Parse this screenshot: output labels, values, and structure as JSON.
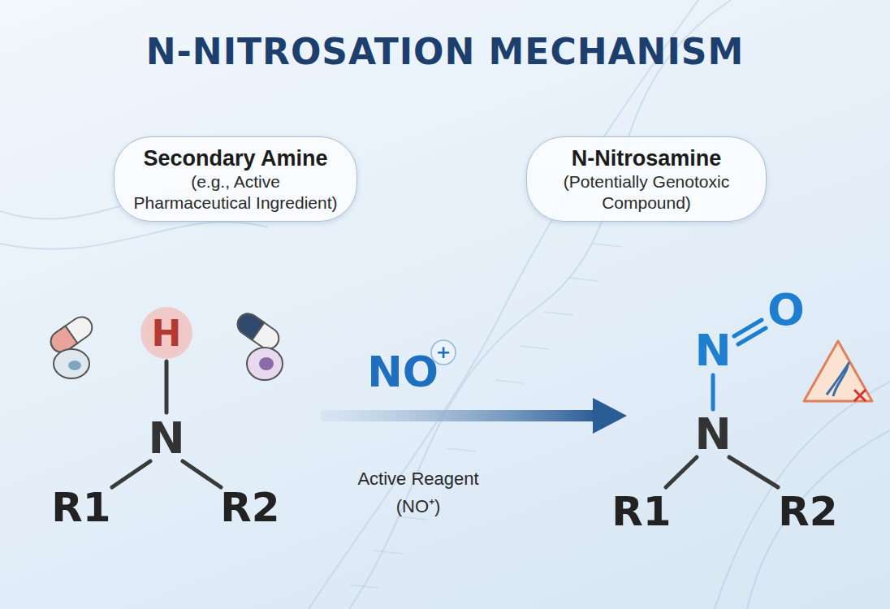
{
  "diagram": {
    "title": "N-NITROSATION MECHANISM",
    "nodes": [
      {
        "text": [
          "Secondary Amine",
          "(e.g., Active Pharmaceutical Ingredient)"
        ]
      },
      {
        "text": [
          "N-Nitrosamine",
          "(Potentially Genotoxic Compound)"
        ]
      }
    ],
    "edges": [],
    "labels": [
      "H",
      "N",
      "R1",
      "R2",
      "NO",
      "+",
      "Active Reagent",
      "(NO⁺)",
      "N",
      "O",
      "N",
      "R1",
      "R2"
    ]
  }
}
